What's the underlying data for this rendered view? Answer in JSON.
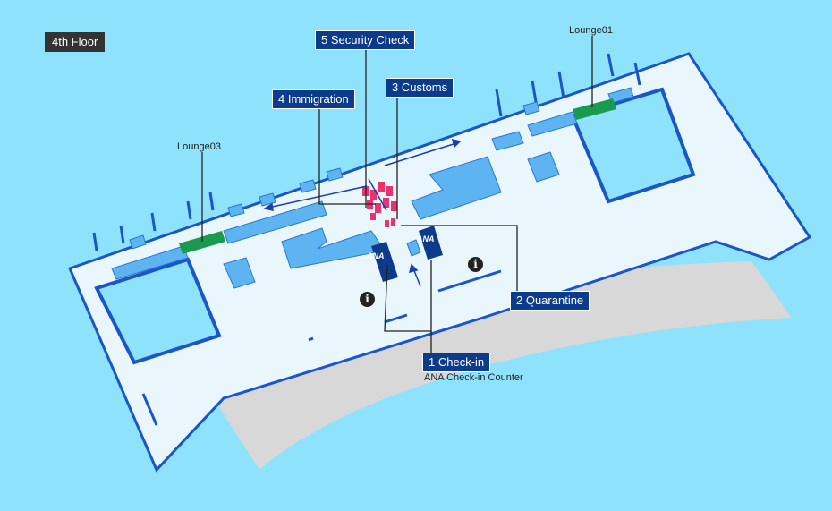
{
  "floor": {
    "label": "4th Floor"
  },
  "steps": [
    {
      "number": "1",
      "label": "1 Check-in",
      "sublabel": "ANA Check-in Counter"
    },
    {
      "number": "2",
      "label": "2 Quarantine"
    },
    {
      "number": "3",
      "label": "3 Customs"
    },
    {
      "number": "4",
      "label": "4 Immigration"
    },
    {
      "number": "5",
      "label": "5 Security Check"
    }
  ],
  "lounges": [
    {
      "label": "Lounge01"
    },
    {
      "label": "Lounge03"
    }
  ],
  "counters": [
    {
      "logo": "ANA"
    },
    {
      "logo": "ANA"
    }
  ],
  "icons": {
    "info": "info-icon",
    "walk_direction": "arrow-icon"
  },
  "colors": {
    "background": "#8ee2fb",
    "floor_fill": "#e9f7fc",
    "wall": "#1a56c7",
    "block": "#5db4f0",
    "step_tag": "#0d3b8c",
    "floor_tag": "#333333",
    "lounge": "#1a9a4e",
    "checkpoint": "#e8336d",
    "apron": "#d8d8d8"
  }
}
